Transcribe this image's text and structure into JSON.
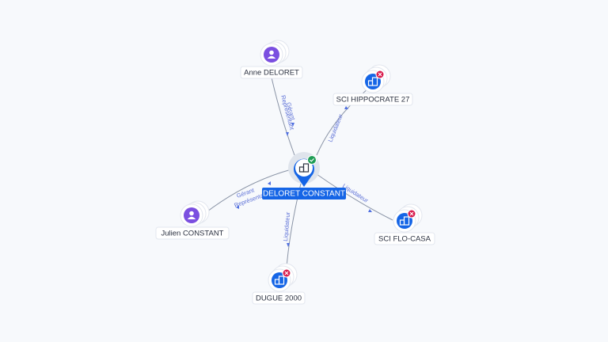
{
  "nodes": {
    "center": {
      "label": "DELORET CONSTANT",
      "type": "company",
      "status": "active",
      "icon": "building-icon"
    },
    "anne": {
      "label": "Anne DELORET",
      "type": "person",
      "icon": "person-icon"
    },
    "julien": {
      "label": "Julien CONSTANT",
      "type": "person",
      "icon": "person-icon"
    },
    "hippocrate": {
      "label": "SCI HIPPOCRATE 27",
      "type": "company",
      "status": "closed",
      "icon": "building-icon"
    },
    "flocasa": {
      "label": "SCI FLO-CASA",
      "type": "company",
      "status": "closed",
      "icon": "building-icon"
    },
    "dugue": {
      "label": "DUGUE 2000",
      "type": "company",
      "status": "closed",
      "icon": "building-icon"
    }
  },
  "edges": {
    "anne": {
      "label1": "Gérant",
      "label2": "Représentant"
    },
    "julien": {
      "label1": "Gérant",
      "label2": "Représentant"
    },
    "hippocrate": {
      "label1": "Liquidateur"
    },
    "flocasa": {
      "label1": "Liquidateur"
    },
    "dugue": {
      "label1": "Liquidateur"
    }
  },
  "colors": {
    "person": "#7b4fe0",
    "company": "#1565e6",
    "active_badge": "#1f9d55",
    "closed_badge": "#d81b4c",
    "edge": "#8a94a6",
    "edge_label": "#5b6fd6"
  }
}
